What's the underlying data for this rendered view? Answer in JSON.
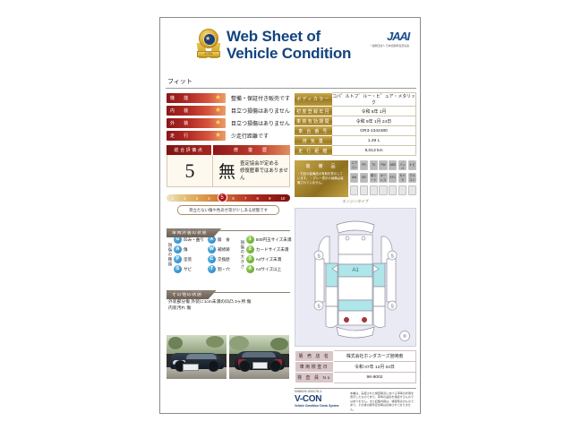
{
  "header": {
    "title_line1": "Web Sheet of",
    "title_line2": "Vehicle Condition",
    "emblem_band": "JCPA",
    "emblem_star": "★",
    "jaai_logo": "JAAI",
    "jaai_sub": "一般財団法人 日本自動車査定協会",
    "model_name": "フィット"
  },
  "ratings": [
    {
      "label": "機　能",
      "star": "★",
      "text": "整備・保証付き販売です"
    },
    {
      "label": "内　装",
      "star": "★",
      "text": "目立つ損傷はありません"
    },
    {
      "label": "外　装",
      "star": "★",
      "text": "目立つ損傷はありません"
    },
    {
      "label": "走　行",
      "star": "★",
      "text": "少走行距離です"
    }
  ],
  "overall": {
    "score_label": "総合評価点",
    "repair_label": "修　復　歴",
    "score": "5",
    "repair_kanji": "無",
    "repair_text_1": "査定協会が定める",
    "repair_text_2": "修復歴車ではありません",
    "scale_ticks": [
      "1",
      "2",
      "3",
      "4",
      "5",
      "6",
      "7",
      "8",
      "9",
      "10"
    ],
    "scale_marker": "5",
    "scale_note": "目立たない傷や色あせ等が少しある状態です"
  },
  "damage_section": {
    "tab": "車両外装の状態",
    "left_axis": "損傷の種類",
    "right_axis": "損傷の大きさ",
    "codes": [
      {
        "code": "U",
        "label": "凹み・曲り"
      },
      {
        "code": "X",
        "label": "腐　食"
      },
      {
        "code": "A",
        "label": "傷"
      },
      {
        "code": "W",
        "label": "補修跡"
      },
      {
        "code": "P",
        "label": "塗装"
      },
      {
        "code": "C",
        "label": "交換歴"
      },
      {
        "code": "S",
        "label": "サビ"
      },
      {
        "code": "T",
        "label": "割・穴"
      }
    ],
    "sizes": [
      {
        "code": "1",
        "label": "500円玉サイズ未満"
      },
      {
        "code": "2",
        "label": "カードサイズ未満"
      },
      {
        "code": "3",
        "label": "A4サイズ未満"
      },
      {
        "code": "4",
        "label": "A4サイズ以上"
      }
    ]
  },
  "other_section": {
    "tab": "その他の状態",
    "text_line1": "外装部分傷 外装に1cm未満の凹凸 3ヶ所 傷",
    "text_line2": "内装汚れ 傷"
  },
  "photos": [
    {
      "name": "front-three-quarter-photo"
    },
    {
      "name": "rear-three-quarter-photo"
    }
  ],
  "specs": [
    {
      "key": "ボディカラー",
      "value": "コバ゛ルトフ゛ルー・ヒ゜ュア・メタリック"
    },
    {
      "key": "初度登録年月",
      "value": "令和 6年 1月"
    },
    {
      "key": "車検有効期間",
      "value": "令和 9年 1月 24日"
    },
    {
      "key": "車 台 番 号",
      "value": "GR3-1342480"
    },
    {
      "key": "排 気 量",
      "value": "1.49 L"
    },
    {
      "key": "走 行 距 離",
      "value": "9,013 km"
    }
  ],
  "equipment": {
    "label": "装　備　品",
    "description": "・右記の装備品の有無を表示しています。\n・グレー表示の装備は装備されていません。",
    "caption": "エンジンタイプ",
    "icons": [
      {
        "name": "air-conditioner-icon",
        "text": "エアコン",
        "on": true
      },
      {
        "name": "power-steering-icon",
        "text": "PS",
        "on": true
      },
      {
        "name": "television-icon",
        "text": "TV",
        "on": true
      },
      {
        "name": "power-window-icon",
        "text": "PW",
        "on": true
      },
      {
        "name": "abs-icon",
        "text": "ABS",
        "on": true
      },
      {
        "name": "airbag-icon",
        "text": "エアバッグ",
        "on": true
      },
      {
        "name": "navigation-icon",
        "text": "ナビ",
        "on": true
      },
      {
        "name": "alloy-wheel-icon",
        "text": "AW",
        "on": true
      },
      {
        "name": "sunroof-icon",
        "text": "SR",
        "on": true
      },
      {
        "name": "leather-seat-icon",
        "text": "革シート",
        "on": true
      },
      {
        "name": "keyless-icon",
        "text": "キーレス",
        "on": true
      },
      {
        "name": "etc-icon",
        "text": "ETC",
        "on": true
      },
      {
        "name": "backcamera-icon",
        "text": "カメラ",
        "on": true
      },
      {
        "name": "cruise-control-icon",
        "text": "クルコン",
        "on": true
      },
      {
        "name": "blank-slot-icon",
        "text": "",
        "on": false
      },
      {
        "name": "blank-slot-icon",
        "text": "",
        "on": false
      },
      {
        "name": "blank-slot-icon",
        "text": "",
        "on": false
      },
      {
        "name": "blank-slot-icon",
        "text": "",
        "on": false
      },
      {
        "name": "blank-slot-icon",
        "text": "",
        "on": false
      },
      {
        "name": "blank-slot-icon",
        "text": "",
        "on": false
      },
      {
        "name": "blank-slot-icon",
        "text": "",
        "on": false
      }
    ]
  },
  "diagram": {
    "roof_mark": "A1",
    "corner_marks": [
      "S",
      "S",
      "S",
      "S"
    ],
    "compass_mark": "◎"
  },
  "dealer": [
    {
      "key": "販 売 店 名",
      "value": "株式会社ホンダカーズ宮崎南"
    },
    {
      "key": "車両検査日",
      "value": "令和 07年 12月 04日"
    },
    {
      "key": "検 査 員 No",
      "value": "96-9002"
    }
  ],
  "footer": {
    "doc_no": "N98029-000178-1",
    "brand": "V-CON",
    "brand_sub": "Vehicle Condition Check System",
    "disclaimer": "本書は、実施された検査時点における車両の状態を表示したものであり、車両の品質を保証するものではありません。また記載内容は、検査時点のものであり、その後の経年変化等は反映されておりません。"
  },
  "colors": {
    "brand_blue": "#12437f",
    "gold": "#9d7c24",
    "red": "#a8261f",
    "diagram_bg": "#eaeaf4",
    "diagram_highlight": "#aee6ea"
  }
}
